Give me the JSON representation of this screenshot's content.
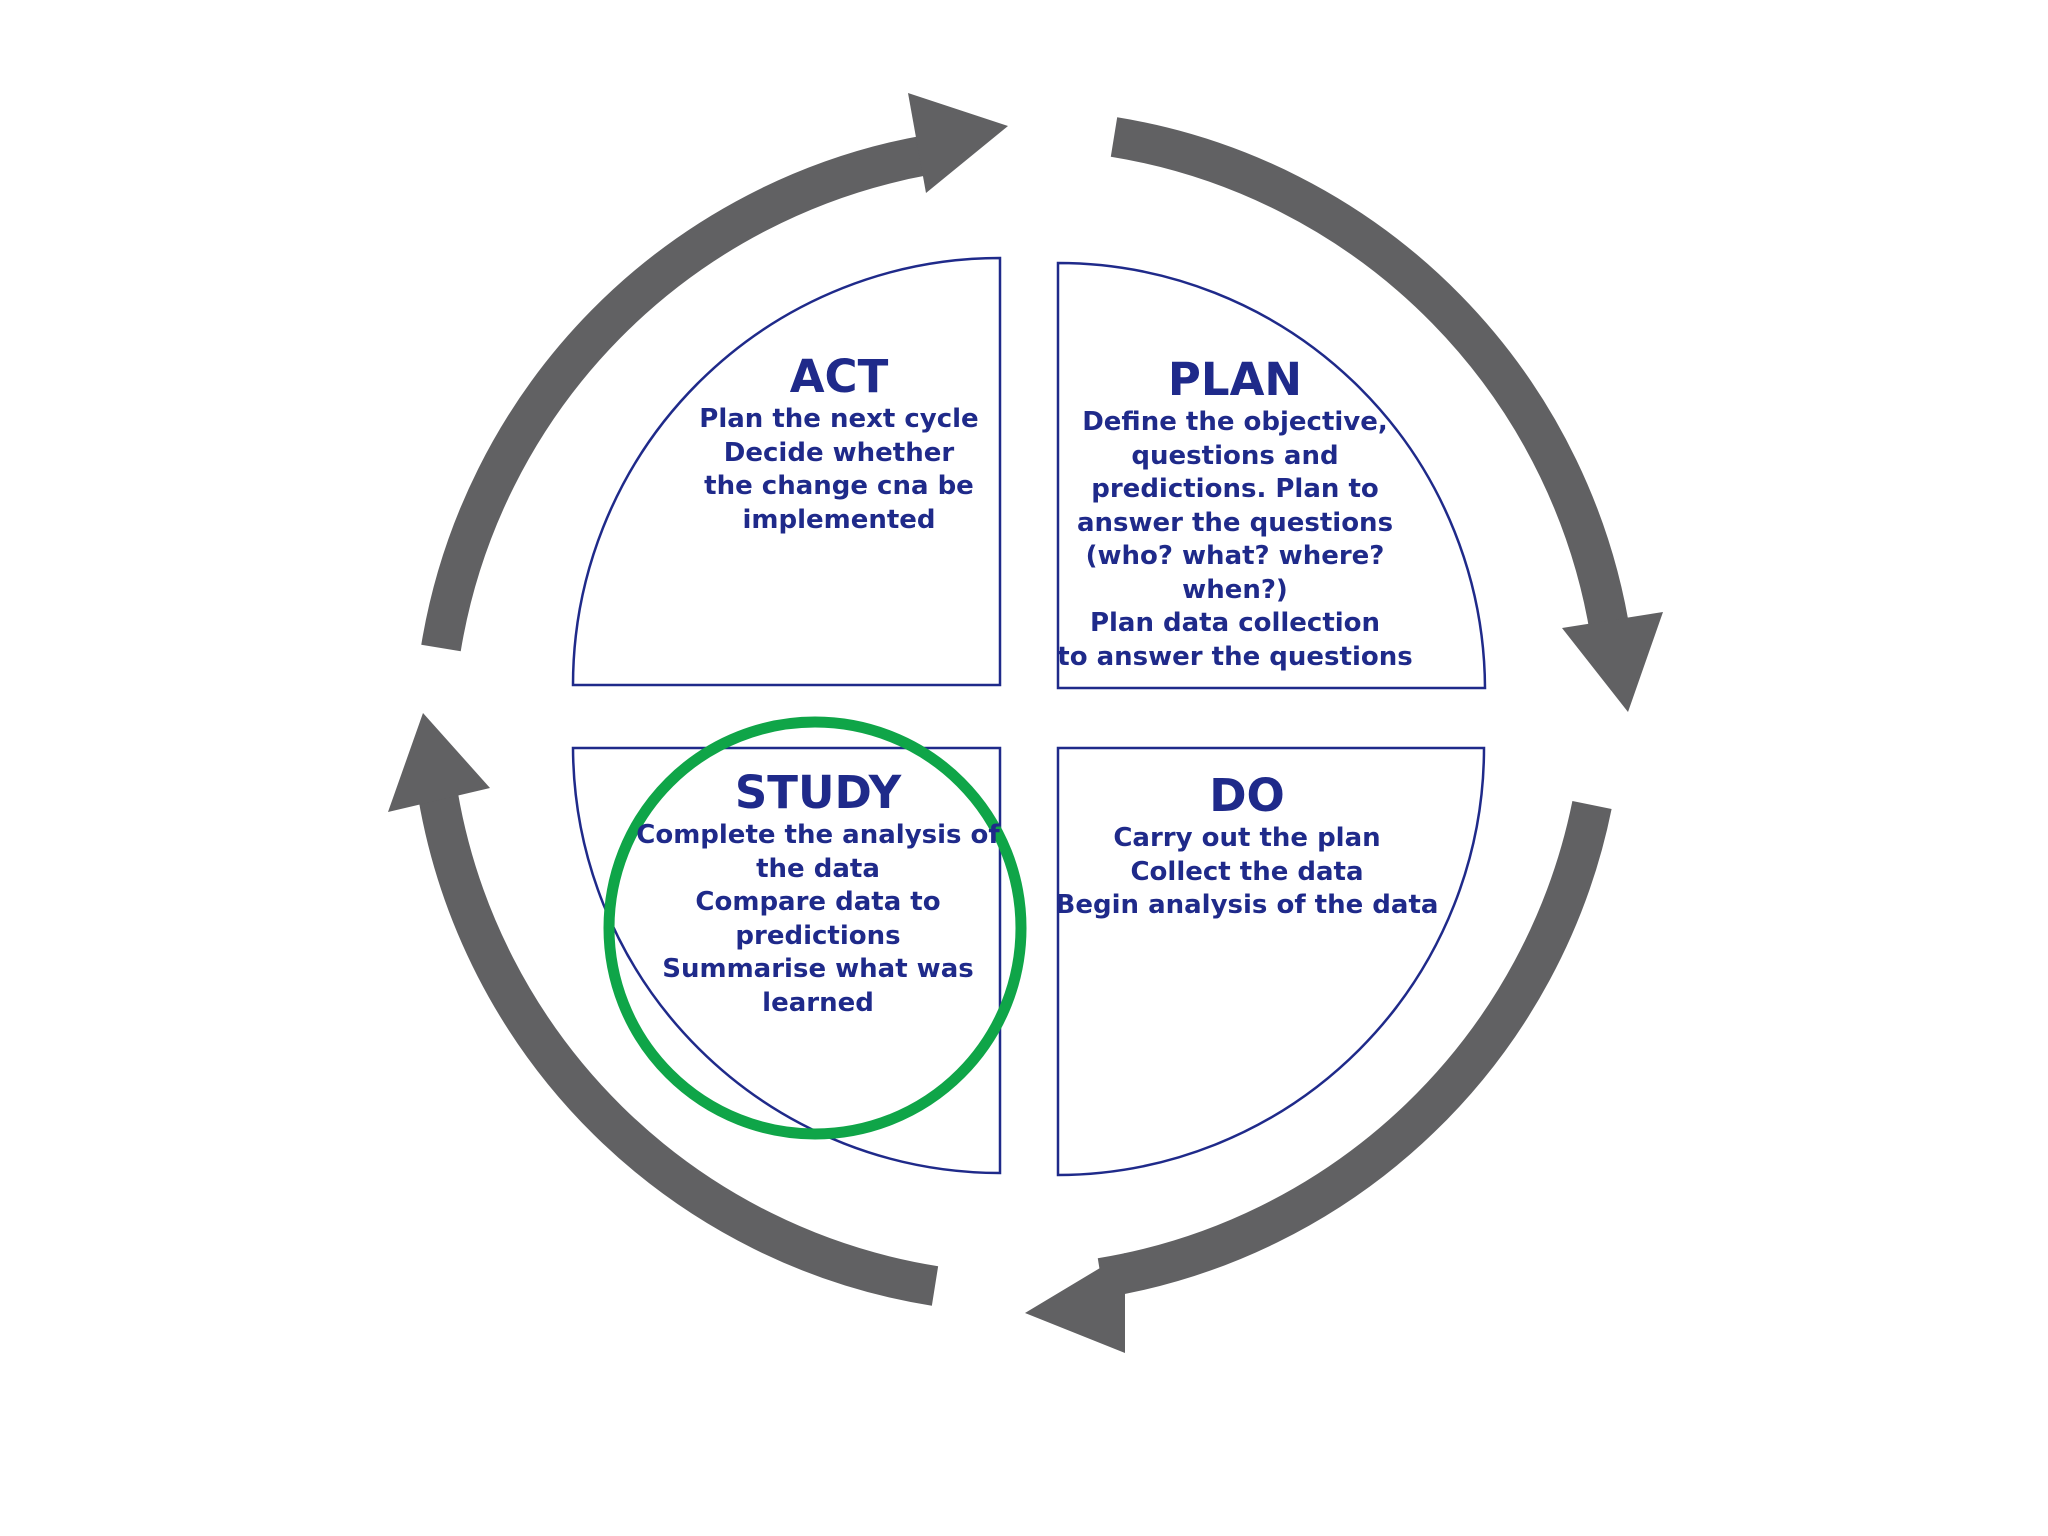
{
  "colors": {
    "arrow": "#616163",
    "quadrant_border": "#1f2a8a",
    "text": "#1f2a8a",
    "highlight_circle": "#0fa548",
    "background": "#ffffff"
  },
  "quadrants": {
    "act": {
      "title": "ACT",
      "lines": [
        "Plan the next cycle",
        "Decide whether",
        "the change cna be",
        "implemented"
      ]
    },
    "plan": {
      "title": "PLAN",
      "lines": [
        "Define the objective,",
        "questions and",
        "predictions. Plan to",
        "answer the questions",
        "(who? what? where?",
        "when?)",
        "Plan data collection",
        "to answer the questions"
      ]
    },
    "study": {
      "title": "STUDY",
      "lines": [
        "Complete the analysis of",
        "the data",
        "Compare data to",
        "predictions",
        "Summarise what was",
        "learned"
      ]
    },
    "do": {
      "title": "DO",
      "lines": [
        "Carry out the plan",
        "Collect the data",
        "Begin analysis of the data"
      ]
    }
  },
  "highlight": {
    "target": "study",
    "shape": "circle"
  }
}
